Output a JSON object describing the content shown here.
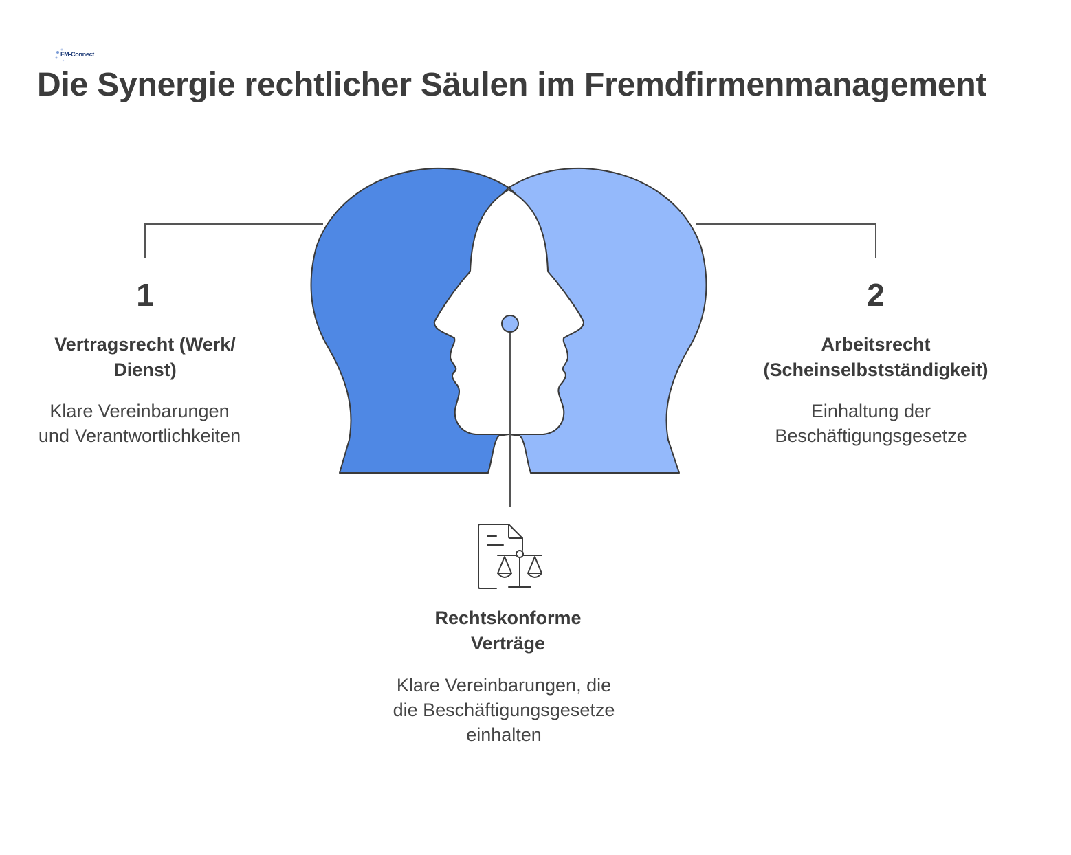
{
  "logo": {
    "text": "FM-Connect"
  },
  "title": "Die Synergie rechtlicher Säulen im Fremdfirmenmanagement",
  "items": [
    {
      "number": "1",
      "heading": "Vertragsrecht (Werk/ Dienst)",
      "description": "Klare Vereinbarungen und Verantwortlichkeiten",
      "color": "#4f88e4"
    },
    {
      "number": "2",
      "heading": "Arbeitsrecht (Scheinselbstständigkeit)",
      "description": "Einhaltung der Beschäftigungsgesetze",
      "color": "#94b9fb"
    }
  ],
  "center": {
    "heading": "Rechtskonforme Verträge",
    "description": "Klare Vereinbarungen, die die Beschäftigungsgesetze einhalten",
    "icon": "contract-scales-icon"
  }
}
